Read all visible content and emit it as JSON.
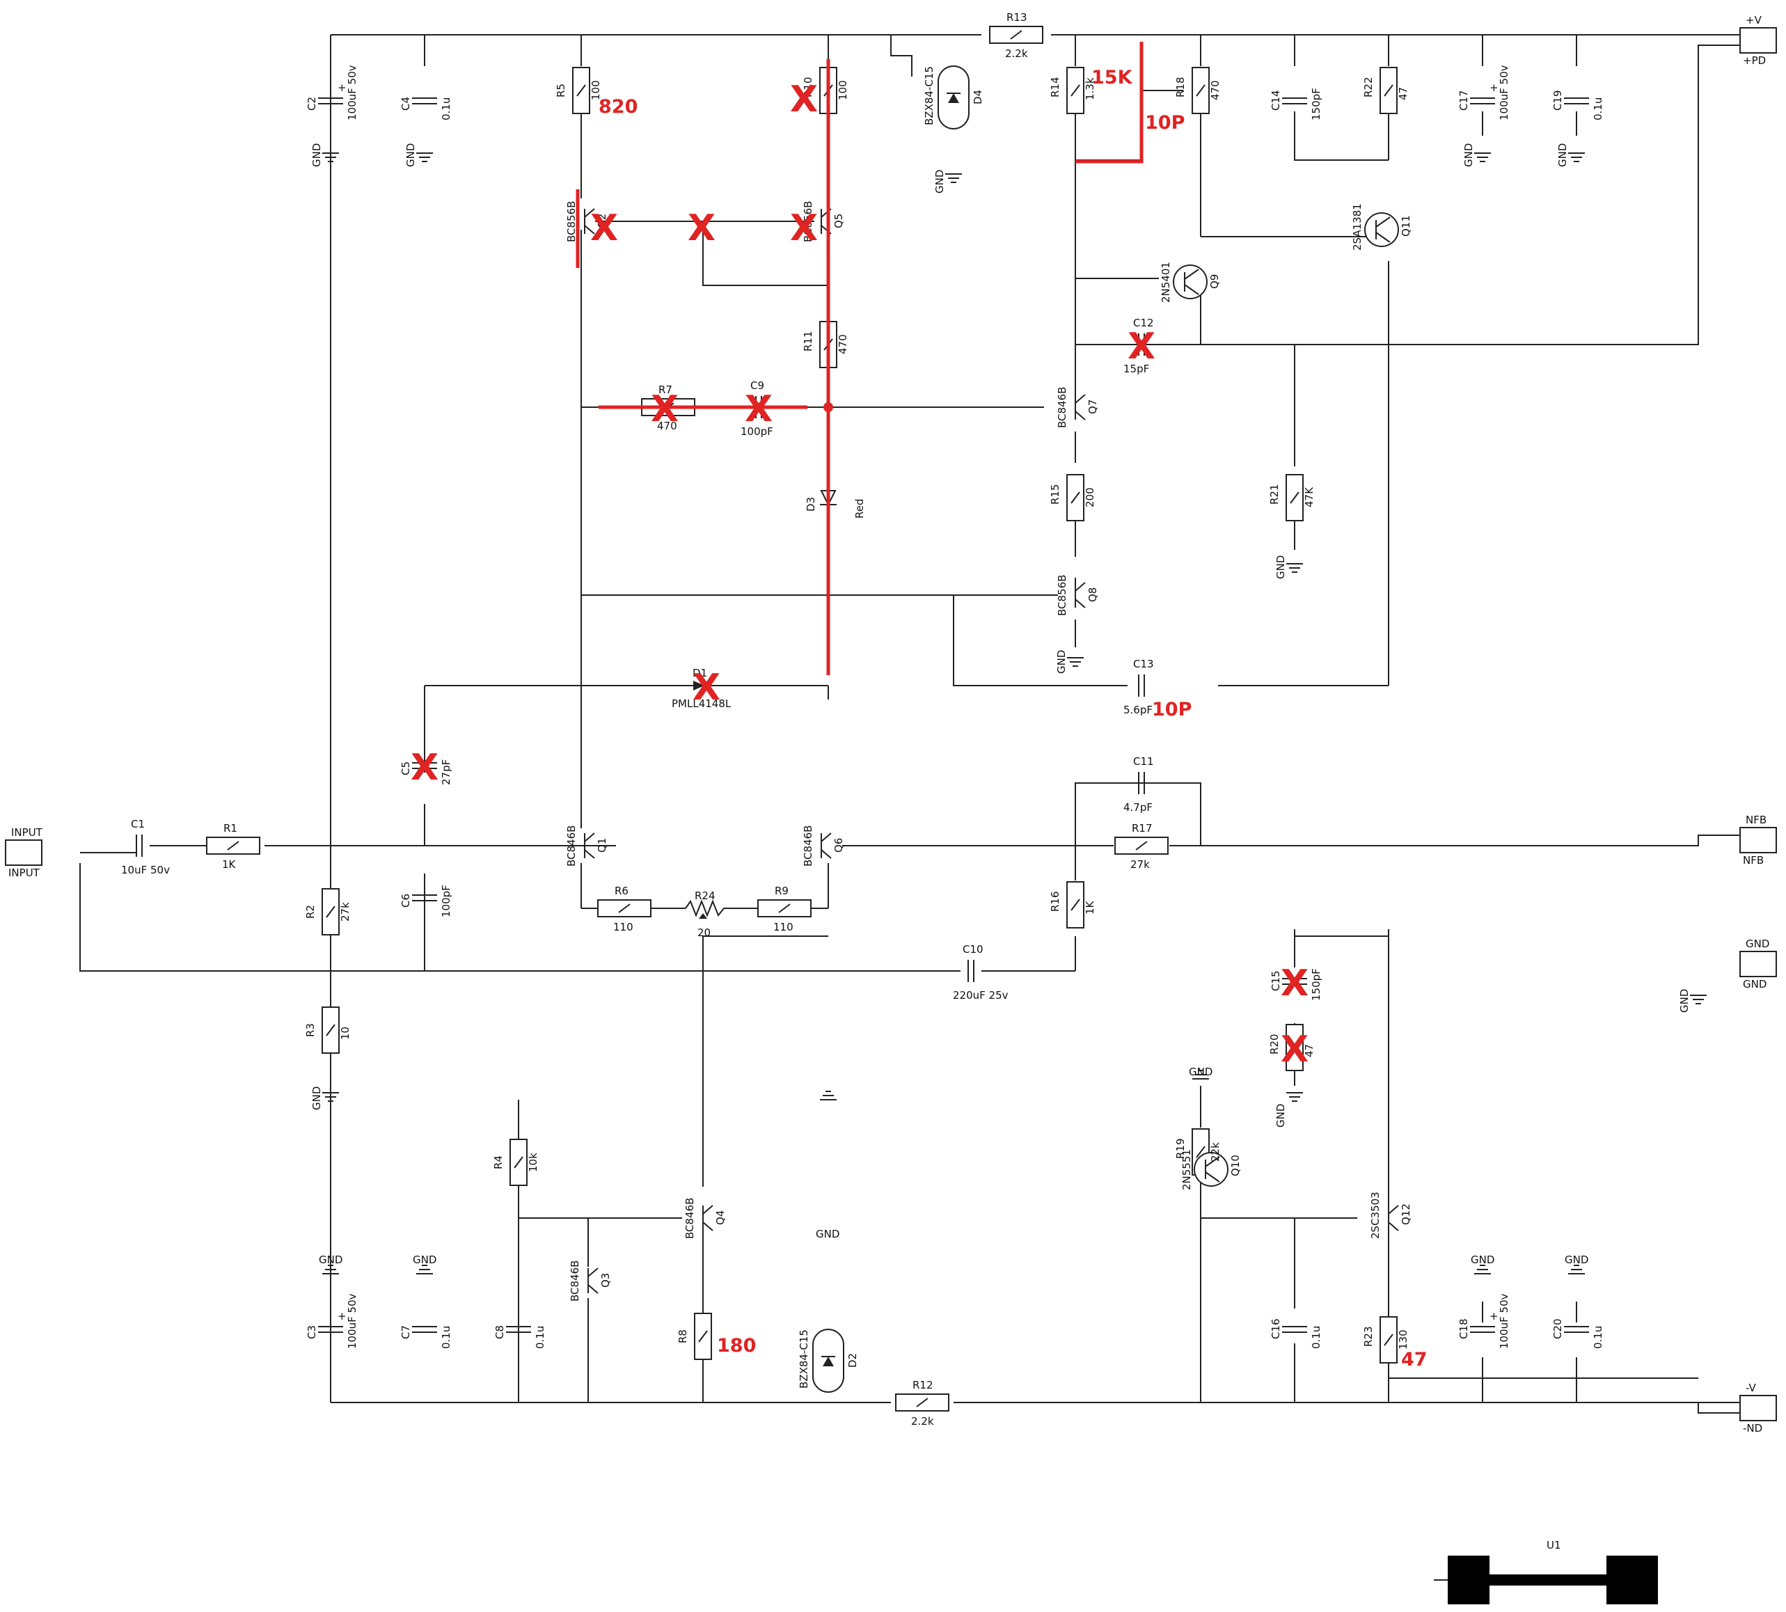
{
  "ports": [
    {
      "id": "input",
      "label": "INPUT",
      "sub": "INPUT"
    },
    {
      "id": "pv",
      "label": "+V",
      "sub": "+PD"
    },
    {
      "id": "nfb",
      "label": "NFB",
      "sub": "NFB"
    },
    {
      "id": "gndport",
      "label": "GND",
      "sub": "GND"
    },
    {
      "id": "nv",
      "label": "-V",
      "sub": "-ND"
    }
  ],
  "resistors": [
    {
      "ref": "R1",
      "val": "1K"
    },
    {
      "ref": "R2",
      "val": "27k"
    },
    {
      "ref": "R3",
      "val": "10"
    },
    {
      "ref": "R4",
      "val": "10k"
    },
    {
      "ref": "R5",
      "val": "100"
    },
    {
      "ref": "R6",
      "val": "110"
    },
    {
      "ref": "R7",
      "val": "470"
    },
    {
      "ref": "R8",
      "val": ""
    },
    {
      "ref": "R9",
      "val": "110"
    },
    {
      "ref": "R10",
      "val": "100"
    },
    {
      "ref": "R11",
      "val": "470"
    },
    {
      "ref": "R12",
      "val": "2.2k"
    },
    {
      "ref": "R13",
      "val": "2.2k"
    },
    {
      "ref": "R14",
      "val": "1.3k"
    },
    {
      "ref": "R15",
      "val": "200"
    },
    {
      "ref": "R16",
      "val": "1K"
    },
    {
      "ref": "R17",
      "val": "27k"
    },
    {
      "ref": "R18",
      "val": "470"
    },
    {
      "ref": "R19",
      "val": "22k"
    },
    {
      "ref": "R20",
      "val": "47"
    },
    {
      "ref": "R21",
      "val": "47K"
    },
    {
      "ref": "R22",
      "val": "47"
    },
    {
      "ref": "R23",
      "val": "130"
    },
    {
      "ref": "R24",
      "val": "20"
    }
  ],
  "capacitors": [
    {
      "ref": "C1",
      "val": "10uF 50v"
    },
    {
      "ref": "C2",
      "val": "100uF 50v"
    },
    {
      "ref": "C3",
      "val": "100uF 50v"
    },
    {
      "ref": "C4",
      "val": "0.1u"
    },
    {
      "ref": "C5",
      "val": "27pF"
    },
    {
      "ref": "C6",
      "val": "100pF"
    },
    {
      "ref": "C7",
      "val": "0.1u"
    },
    {
      "ref": "C8",
      "val": "0.1u"
    },
    {
      "ref": "C9",
      "val": "100pF"
    },
    {
      "ref": "C10",
      "val": "220uF 25v"
    },
    {
      "ref": "C11",
      "val": "4.7pF"
    },
    {
      "ref": "C12",
      "val": "15pF"
    },
    {
      "ref": "C13",
      "val": "5.6pF"
    },
    {
      "ref": "C14",
      "val": "150pF"
    },
    {
      "ref": "C15",
      "val": "150pF"
    },
    {
      "ref": "C16",
      "val": "0.1u"
    },
    {
      "ref": "C17",
      "val": "100uF 50v"
    },
    {
      "ref": "C18",
      "val": "100uF 50v"
    },
    {
      "ref": "C19",
      "val": "0.1u"
    },
    {
      "ref": "C20",
      "val": "0.1u"
    }
  ],
  "transistors": [
    {
      "ref": "Q1",
      "part": "BC846B"
    },
    {
      "ref": "Q2",
      "part": "BC856B"
    },
    {
      "ref": "Q3",
      "part": "BC846B"
    },
    {
      "ref": "Q4",
      "part": "BC846B"
    },
    {
      "ref": "Q5",
      "part": "BC856B"
    },
    {
      "ref": "Q6",
      "part": "BC846B"
    },
    {
      "ref": "Q7",
      "part": "BC846B"
    },
    {
      "ref": "Q8",
      "part": "BC856B"
    },
    {
      "ref": "Q9",
      "part": "2N5401"
    },
    {
      "ref": "Q10",
      "part": "2N5551"
    },
    {
      "ref": "Q11",
      "part": "2SA1381"
    },
    {
      "ref": "Q12",
      "part": "2SC3503"
    }
  ],
  "diodes": [
    {
      "ref": "D1",
      "part": "PMLL4148L"
    },
    {
      "ref": "D2",
      "part": "BZX84-C15"
    },
    {
      "ref": "D3",
      "part": "Red"
    },
    {
      "ref": "D4",
      "part": "BZX84-C15"
    }
  ],
  "misc": {
    "gnd": "GND",
    "u1": "U1"
  },
  "annotations": [
    {
      "id": "a820",
      "text": "820"
    },
    {
      "id": "a15k",
      "text": "15K"
    },
    {
      "id": "a10p_top",
      "text": "10P"
    },
    {
      "id": "a10p_c13",
      "text": "10P"
    },
    {
      "id": "a180",
      "text": "180"
    },
    {
      "id": "a47",
      "text": "47"
    }
  ],
  "strike_marks": [
    {
      "id": "x_r10",
      "text": "X"
    },
    {
      "id": "x_q2",
      "text": "X"
    },
    {
      "id": "x_mid",
      "text": "X"
    },
    {
      "id": "x_q5",
      "text": "X"
    },
    {
      "id": "x_r7",
      "text": "X"
    },
    {
      "id": "x_c9",
      "text": "X"
    },
    {
      "id": "x_c12",
      "text": "X"
    },
    {
      "id": "x_d1",
      "text": "X"
    },
    {
      "id": "x_c5",
      "text": "X"
    },
    {
      "id": "x_c15",
      "text": "X"
    },
    {
      "id": "x_r20",
      "text": "X"
    }
  ],
  "colors": {
    "annotation_red": "#e02323",
    "wire": "#222222"
  }
}
